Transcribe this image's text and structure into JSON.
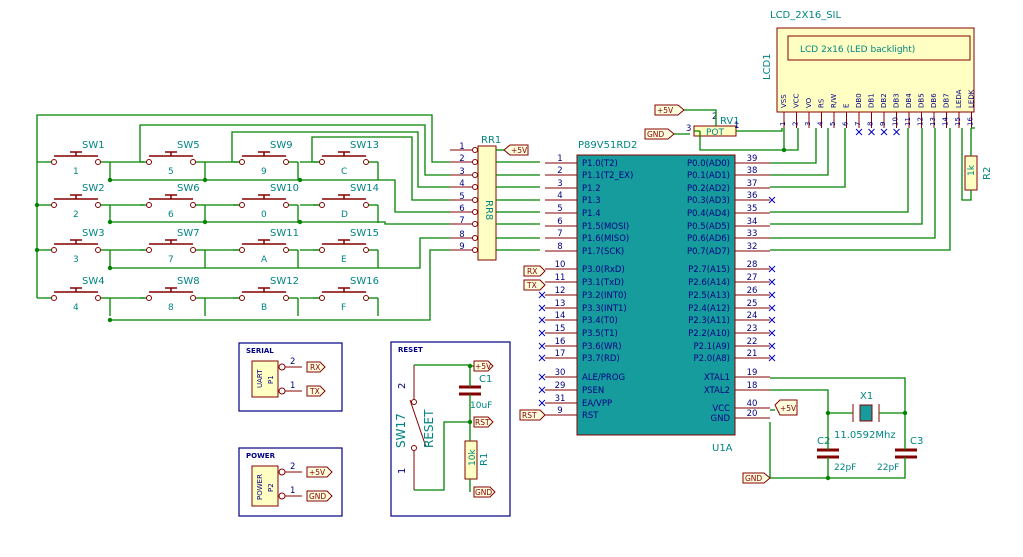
{
  "mcu": {
    "ref": "U1A",
    "value": "P89V51RD2",
    "left_pins": [
      {
        "num": "1",
        "name": "P1.0(T2)"
      },
      {
        "num": "2",
        "name": "P1.1(T2_EX)"
      },
      {
        "num": "3",
        "name": "P1.2"
      },
      {
        "num": "4",
        "name": "P1.3"
      },
      {
        "num": "5",
        "name": "P1.4"
      },
      {
        "num": "6",
        "name": "P1.5(MOSI)"
      },
      {
        "num": "7",
        "name": "P1.6(MISO)"
      },
      {
        "num": "8",
        "name": "P1.7(SCK)"
      },
      {
        "num": "10",
        "name": "P3.0(RxD)"
      },
      {
        "num": "11",
        "name": "P3.1(TxD)"
      },
      {
        "num": "12",
        "name": "P3.2(INT0)"
      },
      {
        "num": "13",
        "name": "P3.3(INT1)"
      },
      {
        "num": "14",
        "name": "P3.4(T0)"
      },
      {
        "num": "15",
        "name": "P3.5(T1)"
      },
      {
        "num": "16",
        "name": "P3.6(WR)"
      },
      {
        "num": "17",
        "name": "P3.7(RD)"
      },
      {
        "num": "30",
        "name": "ALE/PROG"
      },
      {
        "num": "29",
        "name": "PSEN"
      },
      {
        "num": "31",
        "name": "EA/VPP"
      },
      {
        "num": "9",
        "name": "RST"
      }
    ],
    "right_pins": [
      {
        "num": "39",
        "name": "P0.0(AD0)"
      },
      {
        "num": "38",
        "name": "P0.1(AD1)"
      },
      {
        "num": "37",
        "name": "P0.2(AD2)"
      },
      {
        "num": "36",
        "name": "P0.3(AD3)"
      },
      {
        "num": "35",
        "name": "P0.4(AD4)"
      },
      {
        "num": "34",
        "name": "P0.5(AD5)"
      },
      {
        "num": "33",
        "name": "P0.6(AD6)"
      },
      {
        "num": "32",
        "name": "P0.7(AD7)"
      },
      {
        "num": "28",
        "name": "P2.7(A15)"
      },
      {
        "num": "27",
        "name": "P2.6(A14)"
      },
      {
        "num": "26",
        "name": "P2.5(A13)"
      },
      {
        "num": "25",
        "name": "P2.4(A12)"
      },
      {
        "num": "24",
        "name": "P2.3(A11)"
      },
      {
        "num": "23",
        "name": "P2.2(A10)"
      },
      {
        "num": "22",
        "name": "P2.1(A9)"
      },
      {
        "num": "21",
        "name": "P2.0(A8)"
      },
      {
        "num": "19",
        "name": "XTAL1"
      },
      {
        "num": "18",
        "name": "XTAL2"
      },
      {
        "num": "40",
        "name": "VCC"
      },
      {
        "num": "20",
        "name": "GND"
      }
    ]
  },
  "lcd": {
    "ref": "LCD1",
    "value": "LCD_2X16_SIL",
    "display_text": "LCD 2x16 (LED backlight)",
    "pins": [
      {
        "num": "1",
        "name": "VSS"
      },
      {
        "num": "2",
        "name": "VCC"
      },
      {
        "num": "3",
        "name": "VO"
      },
      {
        "num": "4",
        "name": "RS"
      },
      {
        "num": "5",
        "name": "R/W"
      },
      {
        "num": "6",
        "name": "E"
      },
      {
        "num": "7",
        "name": "DB0"
      },
      {
        "num": "8",
        "name": "DB1"
      },
      {
        "num": "9",
        "name": "DB2"
      },
      {
        "num": "10",
        "name": "DB3"
      },
      {
        "num": "11",
        "name": "DB4"
      },
      {
        "num": "12",
        "name": "DB5"
      },
      {
        "num": "13",
        "name": "DB6"
      },
      {
        "num": "14",
        "name": "DB7"
      },
      {
        "num": "15",
        "name": "LEDA"
      },
      {
        "num": "16",
        "name": "LEDK"
      }
    ]
  },
  "rr1": {
    "ref": "RR1",
    "value": "RR8",
    "pins": [
      "1",
      "2",
      "3",
      "4",
      "5",
      "6",
      "7",
      "8",
      "9"
    ]
  },
  "rv1": {
    "ref": "RV1",
    "value": "POT",
    "pins": [
      "1",
      "2",
      "3"
    ]
  },
  "r2": {
    "ref": "R2",
    "value": "1k"
  },
  "x1": {
    "ref": "X1",
    "value": "11.0592Mhz"
  },
  "c2": {
    "ref": "C2",
    "value": "22pF"
  },
  "c3": {
    "ref": "C3",
    "value": "22pF"
  },
  "switches": [
    {
      "ref": "SW1",
      "key": "1"
    },
    {
      "ref": "SW5",
      "key": "5"
    },
    {
      "ref": "SW9",
      "key": "9"
    },
    {
      "ref": "SW13",
      "key": "C"
    },
    {
      "ref": "SW2",
      "key": "2"
    },
    {
      "ref": "SW6",
      "key": "6"
    },
    {
      "ref": "SW10",
      "key": "0"
    },
    {
      "ref": "SW14",
      "key": "D"
    },
    {
      "ref": "SW3",
      "key": "3"
    },
    {
      "ref": "SW7",
      "key": "7"
    },
    {
      "ref": "SW11",
      "key": "A"
    },
    {
      "ref": "SW15",
      "key": "E"
    },
    {
      "ref": "SW4",
      "key": "4"
    },
    {
      "ref": "SW8",
      "key": "8"
    },
    {
      "ref": "SW12",
      "key": "B"
    },
    {
      "ref": "SW16",
      "key": "F"
    }
  ],
  "serial": {
    "title": "SERIAL",
    "conn": "UART",
    "ref": "P1",
    "pins": [
      "2",
      "1"
    ],
    "nets": [
      "RX",
      "TX"
    ]
  },
  "power": {
    "title": "POWER",
    "conn": "POWER",
    "ref": "P2",
    "pins": [
      "2",
      "1"
    ],
    "nets": [
      "+5V",
      "GND"
    ]
  },
  "reset": {
    "title": "RESET",
    "sw_ref": "SW17",
    "sw_value": "RESET",
    "sw_pins": [
      "2",
      "1"
    ],
    "c1_ref": "C1",
    "c1_value": "10uF",
    "r1_ref": "R1",
    "r1_value": "10k",
    "nets": [
      "+5V",
      "RST",
      "GND"
    ]
  },
  "nets": {
    "vcc": "+5V",
    "gnd": "GND",
    "rx": "RX",
    "tx": "TX",
    "rst": "RST"
  }
}
